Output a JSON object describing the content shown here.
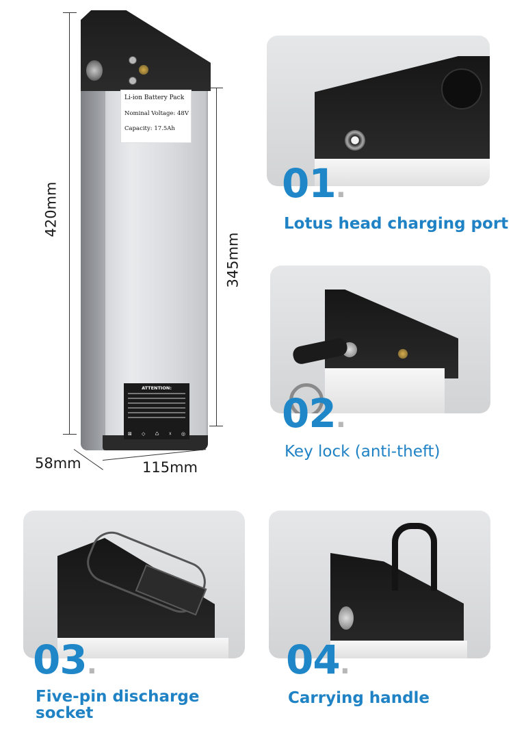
{
  "battery": {
    "label_line1": "Li-ion Battery Pack",
    "label_line2": "Nominal Voltage: 48V",
    "label_line3": "Capacity: 17.5Ah",
    "attention_title": "ATTENTION:",
    "attention_icons": [
      "⊠",
      "◇",
      "♺",
      "☓",
      "◎"
    ]
  },
  "dimensions": {
    "height_total": "420mm",
    "height_body": "345mm",
    "depth": "58mm",
    "width": "115mm"
  },
  "features": [
    {
      "number": "01",
      "dot": ".",
      "caption": "Lotus head charging port"
    },
    {
      "number": "02",
      "dot": ".",
      "caption": "Key lock (anti-theft)"
    },
    {
      "number": "03",
      "dot": ".",
      "caption_line1": "Five-pin discharge",
      "caption_line2": "socket"
    },
    {
      "number": "04",
      "dot": ".",
      "caption": "Carrying handle"
    }
  ]
}
